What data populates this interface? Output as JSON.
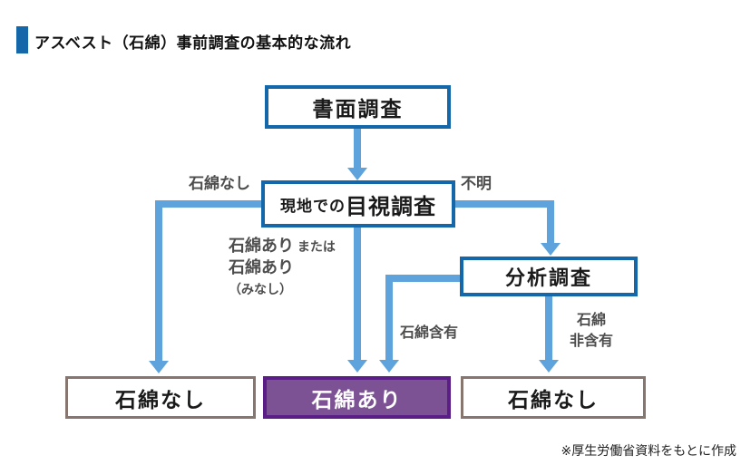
{
  "title": {
    "text": "アスベスト（石綿）事前調査の基本的な流れ"
  },
  "nodes": {
    "document_survey": "書面調査",
    "site_visual_prefix": "現地での",
    "site_visual_main": "目視調査",
    "analysis_survey": "分析調査"
  },
  "results": {
    "left": "石綿なし",
    "center": "石綿あり",
    "right": "石綿なし"
  },
  "branch_labels": {
    "no_asbestos": "石綿なし",
    "unknown": "不明",
    "found_line1_main": "石綿あり",
    "found_line1_suffix": " または",
    "found_line2_main": "石綿あり",
    "found_line2_suffix": "（みなし）",
    "contains": "石綿含有",
    "not_contains_line1": "石綿",
    "not_contains_line2": "非含有"
  },
  "footer": {
    "text": "※厚生労働省資料をもとに作成"
  },
  "colors": {
    "dark_blue": "#1467A8",
    "light_blue": "#5FA3DC",
    "purple_fill": "#7C5295",
    "purple_border": "#5B1E87",
    "taupe": "#86766F",
    "gray_label": "#4D4D4D",
    "text_black": "#1A1A1A"
  }
}
